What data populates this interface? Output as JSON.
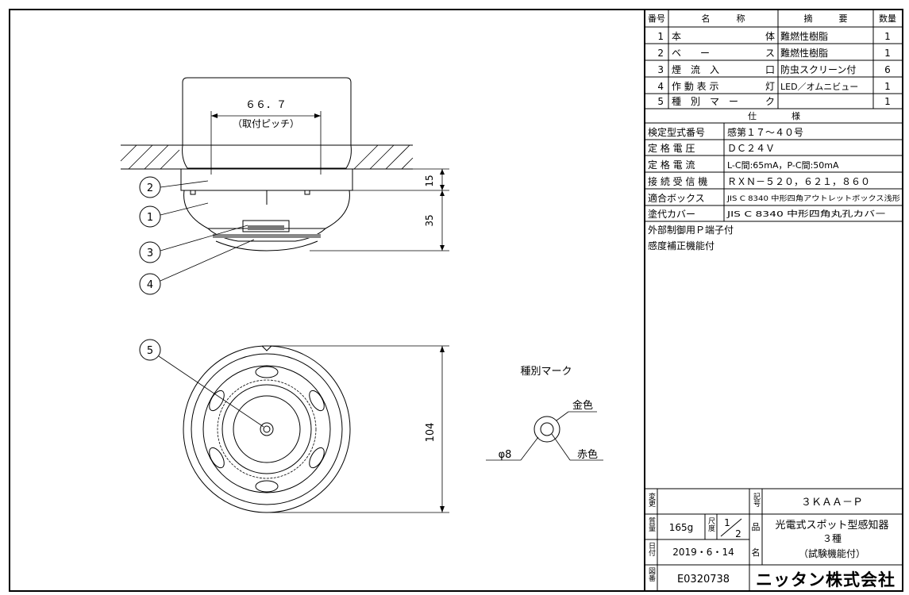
{
  "parts": {
    "headers": [
      "番号",
      "名　　　称",
      "摘　　　要",
      "数量"
    ],
    "rows": [
      {
        "no": "1",
        "name_a": "本",
        "name_b": "体",
        "desc": "難燃性樹脂",
        "qty": "1"
      },
      {
        "no": "2",
        "name_a": "ベ　　ー",
        "name_b": "ス",
        "desc": "難燃性樹脂",
        "qty": "1"
      },
      {
        "no": "3",
        "name_a": "煙　流　入",
        "name_b": "口",
        "desc": "防虫スクリーン付",
        "qty": "6"
      },
      {
        "no": "4",
        "name_a": "作 動 表 示",
        "name_b": "灯",
        "desc": "LED／オムニビュー",
        "qty": "1"
      },
      {
        "no": "5",
        "name_a": "種　別　マ　ー",
        "name_b": "ク",
        "desc": "",
        "qty": "1"
      }
    ]
  },
  "spec": {
    "header": "仕　　　　様",
    "rows": [
      {
        "label": "検定型式番号",
        "value": "感第１７～４０号"
      },
      {
        "label": "定 格 電 圧",
        "value": "ＤＣ２４Ｖ"
      },
      {
        "label": "定 格 電 流",
        "value": "L-C間:65mA，P-C間:50mA"
      },
      {
        "label": "接 続 受 信 機",
        "value": "ＲＸＮ－５２０，６２１，８６０"
      },
      {
        "label": "適合ボックス",
        "value": "JIS C 8340 中形四角アウトレットボックス浅形"
      },
      {
        "label": "塗代カバー",
        "value": "JIS C 8340 中形四角丸孔カバー"
      }
    ],
    "notes": [
      "外部制御用Ｐ端子付",
      "感度補正機能付"
    ]
  },
  "title_block": {
    "change_label": "変更",
    "symbol_label": "記号",
    "model": "３ＫＡＡ－Ｐ",
    "mass_label": "質量",
    "mass": "165g",
    "scale_label": "尺度",
    "scale_num": "1",
    "scale_den": "2",
    "product_label": "品",
    "name_label": "名",
    "product_line1": "光電式スポット型感知器",
    "product_line2": "３種",
    "product_line3": "（試験機能付）",
    "date_label": "日付",
    "date": "2019・6・14",
    "drawing_no_label": "図番",
    "drawing_no": "E0320738",
    "company": "ニッタン株式会社"
  },
  "drawing": {
    "pitch_dim": "６６．７",
    "pitch_label": "（取付ピッチ）",
    "dim_base": "15",
    "dim_height": "35",
    "dim_diameter": "104",
    "callouts": [
      "2",
      "1",
      "3",
      "4",
      "5"
    ],
    "mark_title": "種別マーク",
    "mark_outer": "金色",
    "mark_inner": "赤色",
    "mark_dia": "φ8"
  }
}
